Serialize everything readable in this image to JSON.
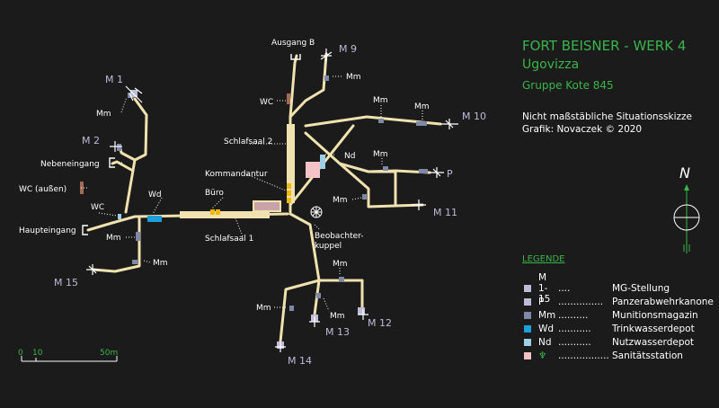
{
  "header": {
    "title": "FORT BEISNER - WERK 4",
    "location": "Ugovizza",
    "group": "Gruppe Kote 845",
    "note1": "Nicht maßstäbliche Situationsskizze",
    "note2": "Grafik: Novaczek  © 2020"
  },
  "legend": {
    "heading": "LEGENDE",
    "items": [
      {
        "code": "M 1-15",
        "dots": "....",
        "label": "MG-Stellung",
        "color": "#bdbbd8"
      },
      {
        "code": "P",
        "dots": "...............",
        "label": "Panzerabwehrkanone",
        "color": "#bdbbd8"
      },
      {
        "code": "Mm",
        "dots": "..........",
        "label": "Munitionsmagazin",
        "color": "#7f88a7"
      },
      {
        "code": "Wd",
        "dots": "...........",
        "label": "Trinkwasserdepot",
        "color": "#1f9fd9"
      },
      {
        "code": "Nd",
        "dots": "...........",
        "label": "Nutzwasserdepot",
        "color": "#9fcfe6"
      },
      {
        "code": "♆",
        "dots": ".................",
        "label": "Sanitätsstation",
        "color": "#f4c3c8"
      }
    ]
  },
  "labels": {
    "m1": "M 1",
    "m2": "M 2",
    "m9": "M 9",
    "m10": "M 10",
    "m11": "M 11",
    "m12": "M 12",
    "m13": "M 13",
    "m14": "M 14",
    "m15": "M 15",
    "p": "P",
    "ausgang_b": "Ausgang B",
    "nebeneingang": "Nebeneingang",
    "wc_aussen": "WC (außen)",
    "haupteingang": "Haupteingang",
    "wc1": "WC",
    "wc2": "WC",
    "wd": "Wd",
    "nd": "Nd",
    "buero": "Büro",
    "kommandantur": "Kommandantur",
    "schlafsaal1": "Schlafsaal 1",
    "schlafsaal2": "Schlafsaal 2",
    "beobachter1": "Beobachter-",
    "beobachter2": "kuppel",
    "mm": "Mm"
  },
  "scale": {
    "zero": "0",
    "ten": "10",
    "fifty": "50m"
  },
  "north": {
    "symbol": "N"
  },
  "colors": {
    "tunnel": "#f0e2ae",
    "green": "#39b54a",
    "mg": "#bdbbd8",
    "magazine": "#7f88a7",
    "trinkwasser": "#1f9fd9",
    "nutzwasser": "#9fcfe6",
    "sanitaet": "#f4c3c8",
    "wc": "#a36a55",
    "office": "#f3b900"
  }
}
